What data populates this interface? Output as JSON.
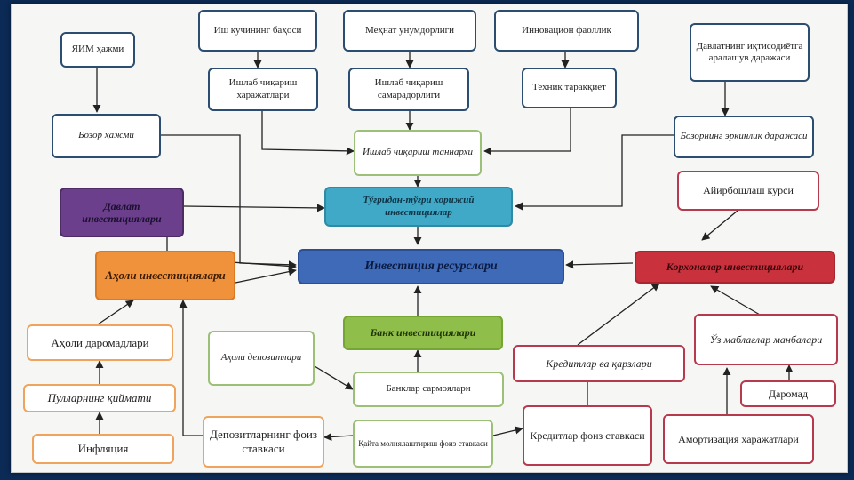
{
  "nodes": {
    "yaim": "ЯИМ ҳажми",
    "bozor_hajmi": "Бозор ҳажми",
    "ish_kuchi": "Иш кучининг баҳоси",
    "ishlab_xarajat": "Ишлаб чиқариш харажатлари",
    "mehnat": "Меҳнат унумдорлиги",
    "ishlab_samara": "Ишлаб чиқариш самарадорлиги",
    "innovatsion": "Инновацион фаоллик",
    "texnik": "Техник тараққиёт",
    "davlat_aral": "Давлатнинг иқтисодиётга аралашув даражаси",
    "bozor_erkin": "Бозорнинг эркинлик даражаси",
    "tannarx": "Ишлаб чиқариш таннархи",
    "davlat_inv": "Давлат инвестициялари",
    "togri_xorij": "Тўғридан-тўғри хорижий инвестициялар",
    "valyuta": "Айирбошлаш курси",
    "investitsiya": "Инвестиция ресурслари",
    "aholi_inv": "Аҳоли инвестициялари",
    "korxona_inv": "Корхоналар инвестициялари",
    "aholi_daromad": "Аҳоли даромадлари",
    "aholi_depozit": "Аҳоли депозитлари",
    "bank_inv": "Банк инвестициялари",
    "uz_mablag": "Ўз маблағлар манбалари",
    "kredit_qarz": "Кредитлар ва қарзлари",
    "daromad": "Даромад",
    "pul_qiymati": "Пулларнинг қиймати",
    "banklar": "Банклар сармоялари",
    "inflyatsiya": "Инфляция",
    "depozit_foiz": "Депозитларнинг фоиз ставкаси",
    "qayta_moliya": "Қайта молиялаштириш фоиз ставкаси",
    "kredit_foiz": "Кредитлар фоиз ставкаси",
    "amortizatsiya": "Амортизация харажатлари"
  },
  "colors": {
    "navy_border": "#2b4e70",
    "green_border": "#9cc078",
    "red_border": "#b7394d",
    "orange_border": "#f0a35c",
    "purple_fill": "#6b3f8c",
    "teal_fill": "#3fa9c7",
    "blue_fill": "#3f6ab8",
    "orange_fill": "#f0923c",
    "green_fill": "#8fbf4a",
    "red_fill": "#c9323d"
  }
}
